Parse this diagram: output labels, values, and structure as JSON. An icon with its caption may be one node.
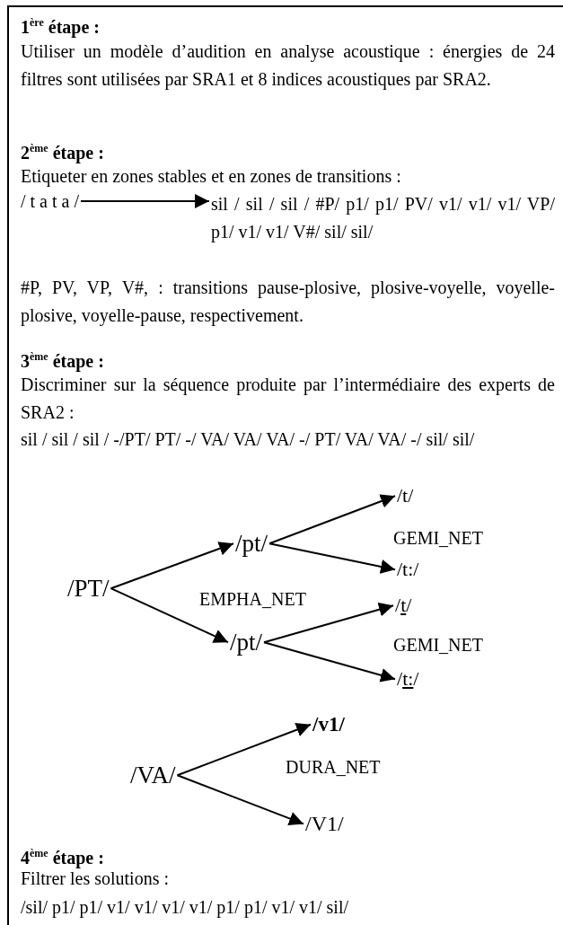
{
  "diagram": {
    "nodes": [
      {
        "text": [
          "/ t a t a /"
        ]
      },
      {
        "text": [
          "sil / sil / sil / #P/ p1/ p1/ PV/ v1/ v1/ v1/ VP/ p1/ v1/ v1/ V#/ sil/ sil/"
        ]
      },
      {
        "text": [
          "/PT/"
        ]
      },
      {
        "text": [
          "/pt/"
        ]
      },
      {
        "text": [
          "/pt/"
        ]
      },
      {
        "text": [
          "/t/"
        ]
      },
      {
        "text": [
          "/t:/"
        ]
      },
      {
        "text": [
          "/t/"
        ]
      },
      {
        "text": [
          "/t:/"
        ]
      },
      {
        "text": [
          "/VA/"
        ]
      },
      {
        "text": [
          "/v1/"
        ]
      },
      {
        "text": [
          "/V1/"
        ]
      }
    ],
    "edges": [
      {
        "from": 0,
        "to": 1,
        "arrow": "to"
      },
      {
        "from": 2,
        "to": 3,
        "arrow": "to"
      },
      {
        "from": 2,
        "to": 4,
        "arrow": "to"
      },
      {
        "from": 3,
        "to": 5,
        "arrow": "to"
      },
      {
        "from": 3,
        "to": 6,
        "arrow": "to"
      },
      {
        "from": 4,
        "to": 7,
        "arrow": "to"
      },
      {
        "from": 4,
        "to": 8,
        "arrow": "to"
      },
      {
        "from": 9,
        "to": 10,
        "arrow": "to"
      },
      {
        "from": 9,
        "to": 11,
        "arrow": "to"
      }
    ],
    "labels": [
      "1$^{ère}$ étape :",
      "Utiliser un modèle d’audition en analyse acoustique : énergies de 24 filtres sont utilisées par SRA1 et 8 indices acoustiques par SRA2.",
      "2$^{ème}$ étape :",
      "Etiqueter en zones stables et en zones de transitions :",
      "#P, PV, VP, V#, : transitions pause-plosive, plosive-voyelle, voyelle-plosive, voyelle-pause, respectivement.",
      "3$^{ème}$ étape :",
      "Discriminer sur la séquence produite par l’intermédiaire des experts de SRA2 :",
      "sil / sil / sil / -/PT/ PT/ -/ VA/ VA/ VA/ -/ PT/ VA/ VA/ -/ sil/ sil/",
      "GEMI_NET",
      "EMPHA_NET",
      "GEMI_NET",
      "DURA_NET",
      "4$^{ème}$ étape :",
      "Filtrer les solutions :",
      "/sil/ p1/ p1/ v1/ v1/ v1/ v1/ p1/ p1/ v1/ v1/ sil/"
    ]
  }
}
